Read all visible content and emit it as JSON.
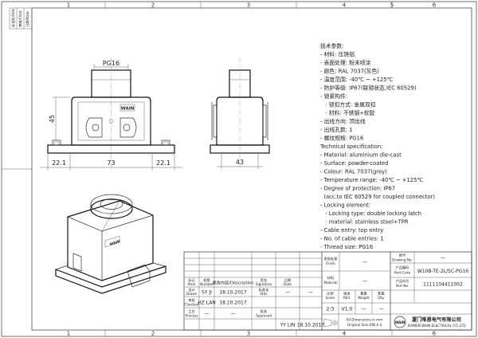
{
  "border": {
    "columns": [
      "1",
      "2",
      "3",
      "4",
      "5",
      "6"
    ],
    "side_labels": [
      "标准化/Stds",
      "审核/Chkd",
      "日期/Date"
    ]
  },
  "dimensions": {
    "pg": "PG16",
    "height": "45",
    "left_flange": "22.1",
    "width": "73",
    "right_flange": "22.1",
    "depth": "43"
  },
  "nameplate_text": "WAIN",
  "specs_cn": [
    "技术参数:",
    "- 材料: 压铸铝",
    "- 表面处理: 粉末喷涂",
    "- 颜色: RAL 7037(灰色)",
    "- 温度范围: -40℃ ~ +125℃",
    "- 防护等级: IP67(联锁状态,IEC 60529)",
    "- 锁紧构件:",
    "   · 锁扣方式: 金属双扣",
    "   · 材料: 不锈钢+软胶",
    "- 出线方向: 顶出线",
    "- 出线孔数: 1",
    "- 螺纹规格: PG16"
  ],
  "specs_en": [
    "Technical specification:",
    "- Material: aluminium die-cast",
    "- Surface: powder-coated",
    "- Colour: RAL 7037(grey)",
    "- Temperature range: -40℃ ~ +125℃",
    "- Degree of protection: IP67",
    "  (acc.to IEC 60529 for coupled connector)",
    "- Locking element:",
    "   · Locking type: double locking latch",
    "   · material: stainless steel+TPR",
    "- Cable entry: top entry",
    "- No. of cable entries: 1",
    "- Thread size: PG16"
  ],
  "title_block": {
    "rev_header": {
      "mark": "标记\nMark",
      "number": "处数\nNumber",
      "change": "更改内容/Description",
      "signature": "签名\nSignature",
      "date": "日期\nDate"
    },
    "roles": [
      {
        "label": "设计\nDrawn",
        "name": "SY JI",
        "date": "18.10.2017",
        "std_label": "标准化\nStds"
      },
      {
        "label": "审核\nChecked",
        "name": "HZ LAN",
        "date": "18.10.2017",
        "std_label": ""
      },
      {
        "label": "工艺\nProcess",
        "name": "—",
        "date": "—",
        "std_label": "批准\nApproved"
      }
    ],
    "std_values": [
      "—",
      "—"
    ],
    "approved_name": "YY LIN",
    "approved_date": "18.10.2017",
    "finish_label": "表面处理\nFinish",
    "finish_value": "—",
    "material_label": "材料\nMaterial",
    "material_value": "—",
    "scale_label": "比例\nScale",
    "scale_value": "2:3",
    "rev_label": "版本\nREV.",
    "rev_value": "V1.0",
    "weight_label": "重量\nWeight",
    "weight_value": "—",
    "qty_label": "数量\nQty.",
    "qty_value": "—",
    "dim_note_1": "All Dimensions in mm",
    "dim_note_2": "Original Size DIN A 4",
    "drawing_no_label": "图号\nDrawing No.",
    "drawing_no_value": "—",
    "part_code_label": "产品编码\nPart Code",
    "part_code_value": "W10B-TE-2L/SC-PG16",
    "part_no_label": "产品料号\nPart No.",
    "part_no_value": "1111104411002",
    "company_cn": "厦门唯恩电气有限公司",
    "company_en": "XIAMEN WAIN ELECTRICAL CO.,LTD",
    "logo": "WAIN"
  }
}
